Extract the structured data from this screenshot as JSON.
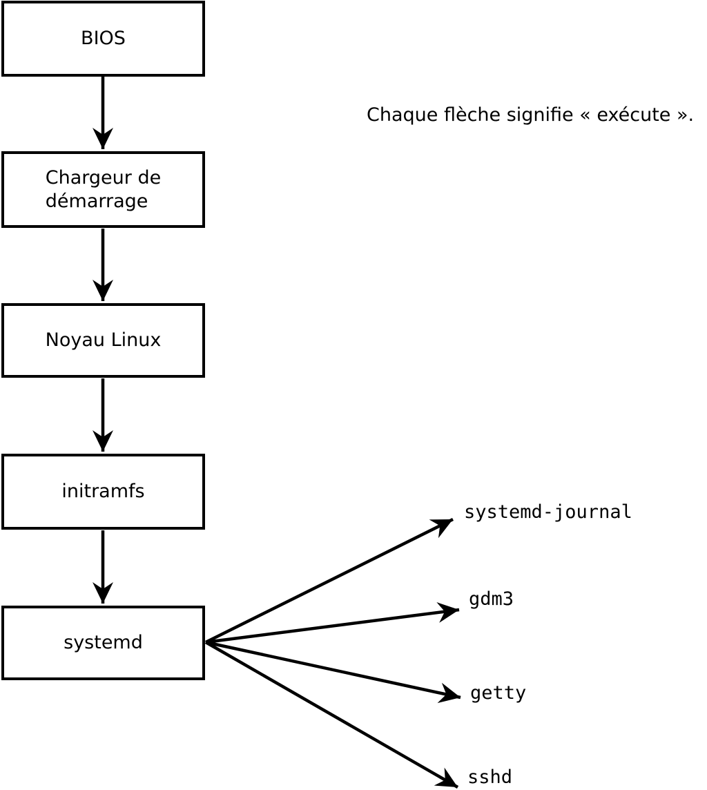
{
  "colors": {
    "line": "#000000",
    "box_bg": "#ffffff",
    "text": "#000000",
    "background": "#ffffff"
  },
  "caption": "Chaque flèche signifie « exécute ».",
  "boxes": {
    "bios": "BIOS",
    "bootloader": [
      "Chargeur de",
      "démarrage"
    ],
    "kernel": "Noyau Linux",
    "initramfs": "initramfs",
    "systemd": "systemd"
  },
  "processes": [
    "systemd-journal",
    "gdm3",
    "getty",
    "sshd"
  ]
}
